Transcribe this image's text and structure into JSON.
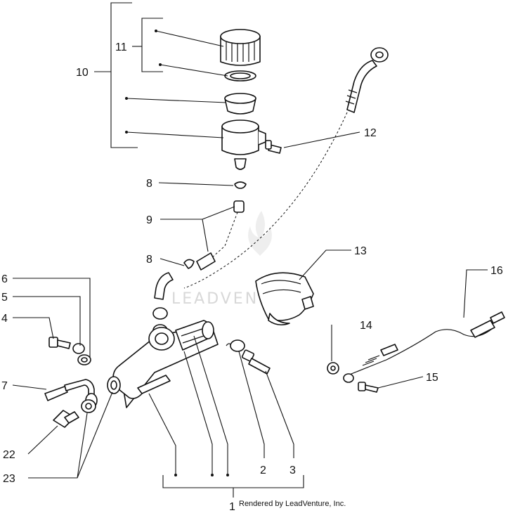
{
  "callouts": {
    "c1": "1",
    "c2": "2",
    "c3": "3",
    "c4": "4",
    "c5": "5",
    "c6": "6",
    "c7": "7",
    "c8a": "8",
    "c8b": "8",
    "c9": "9",
    "c10": "10",
    "c11": "11",
    "c12": "12",
    "c13": "13",
    "c14": "14",
    "c15": "15",
    "c16": "16",
    "c22": "22",
    "c23": "23"
  },
  "footer": {
    "credit": "Rendered by LeadVenture, Inc."
  },
  "watermark": {
    "text": "LEADVENTURE"
  }
}
